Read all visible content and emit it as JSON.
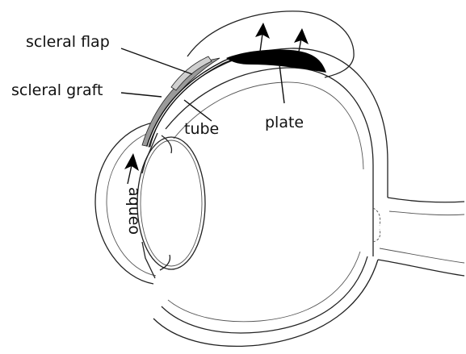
{
  "labels": {
    "scleral_flap": "scleral flap",
    "scleral_graft": "scleral graft",
    "tube": "tube",
    "plate": "plate",
    "aqueous": "aqueo"
  },
  "colors": {
    "ink": "#111111",
    "outline": "#222222",
    "plate_fill": "#000000",
    "graft_fill": "#9a9a9a",
    "background": "#ffffff"
  },
  "arrows": {
    "plate_flow_arrows": 2,
    "aqueous_flow_arrows": 1
  }
}
